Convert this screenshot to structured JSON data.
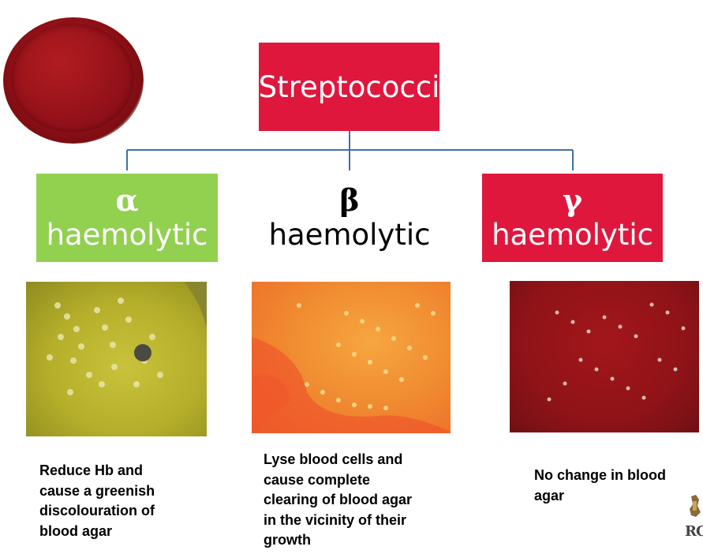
{
  "root": {
    "label": "Streptococci"
  },
  "categories": [
    {
      "symbol": "α",
      "label": "haemolytic",
      "color": "#92d050",
      "description": "Reduce Hb and\ncause a greenish\ndiscolouration of\nblood agar"
    },
    {
      "symbol": "β",
      "label": "haemolytic",
      "color": "#ffffff",
      "description": "Lyse blood cells and\ncause complete\nclearing of blood agar\nin the vicinity of their\ngrowth"
    },
    {
      "symbol": "γ",
      "label": "haemolytic",
      "color": "#e0173d",
      "description": "No change in blood\nagar"
    }
  ],
  "colors": {
    "root": "#e0173d",
    "connector": "#41719c"
  },
  "logo": {
    "text": "RC"
  }
}
